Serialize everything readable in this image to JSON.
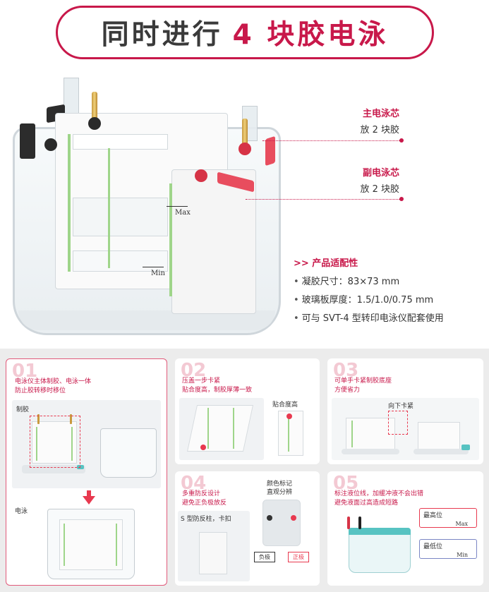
{
  "header": {
    "title_main": "同时进行",
    "title_accent": "4 块胶电泳"
  },
  "hero": {
    "mark_max": "Max",
    "mark_min": "Min"
  },
  "callouts": [
    {
      "title": "主电泳芯",
      "sub": "放 2 块胶"
    },
    {
      "title": "副电泳芯",
      "sub": "放 2 块胶"
    }
  ],
  "features": {
    "heading": ">> 产品适配性",
    "bullet": "•",
    "items": [
      "凝胶尺寸：83×73 mm",
      "玻璃板厚度：1.5/1.0/0.75 mm",
      "可与 SVT-4 型转印电泳仪配套使用"
    ]
  },
  "cards": [
    {
      "num": "01",
      "caption_line1": "电泳仪主体制胶、电泳一体",
      "caption_line2": "防止胶转移时移位",
      "label_a": "制胶",
      "label_b": "电泳"
    },
    {
      "num": "02",
      "caption_line1": "压盖一步卡紧",
      "caption_line2": "贴合度高，制胶厚薄一致",
      "label_a": "贴合度高"
    },
    {
      "num": "03",
      "caption_line1": "可单手卡紧制胶底座",
      "caption_line2": "方便省力",
      "label_a": "向下卡紧"
    },
    {
      "num": "04",
      "caption_line1": "多重防反设计",
      "caption_line2": "避免正负极放反",
      "label_a": "颜色标记",
      "label_b": "直观分辨",
      "label_c": "S 型防反柱，卡扣",
      "neg": "负极",
      "pos": "正极"
    },
    {
      "num": "05",
      "caption_line1": "标注液位线，加缓冲液不会出错",
      "caption_line2": "避免液面过高造成短路",
      "high": "最高位",
      "high_mark": "Max",
      "low": "最低位",
      "low_mark": "Min"
    }
  ],
  "colors": {
    "accent": "#c8184a",
    "red_marker": "#e84d5e",
    "teal": "#57c3c2"
  }
}
